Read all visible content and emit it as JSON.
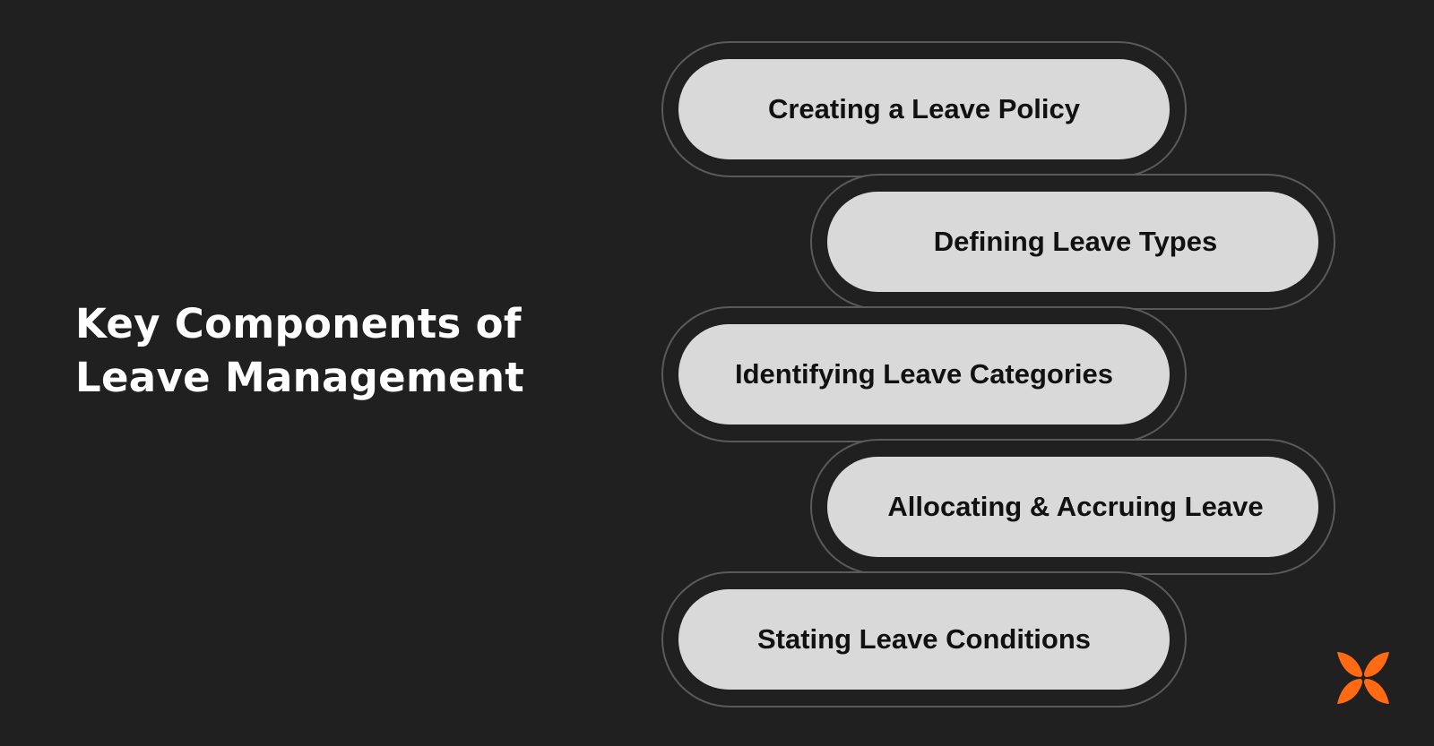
{
  "heading": {
    "line1": "Key Components of",
    "line2": "Leave Management"
  },
  "steps": [
    {
      "label": "Creating a Leave Policy"
    },
    {
      "label": "Defining Leave Types"
    },
    {
      "label": "Identifying Leave Categories"
    },
    {
      "label": "Allocating & Accruing Leave"
    },
    {
      "label": "Stating Leave Conditions"
    }
  ],
  "colors": {
    "background": "#202020",
    "pill_fill": "#d9d9d9",
    "pill_outline": "#5a5a5a",
    "connector": "#6a6a6a",
    "logo": "#ff6a13"
  },
  "logo_icon": "butterfly-logo-icon"
}
